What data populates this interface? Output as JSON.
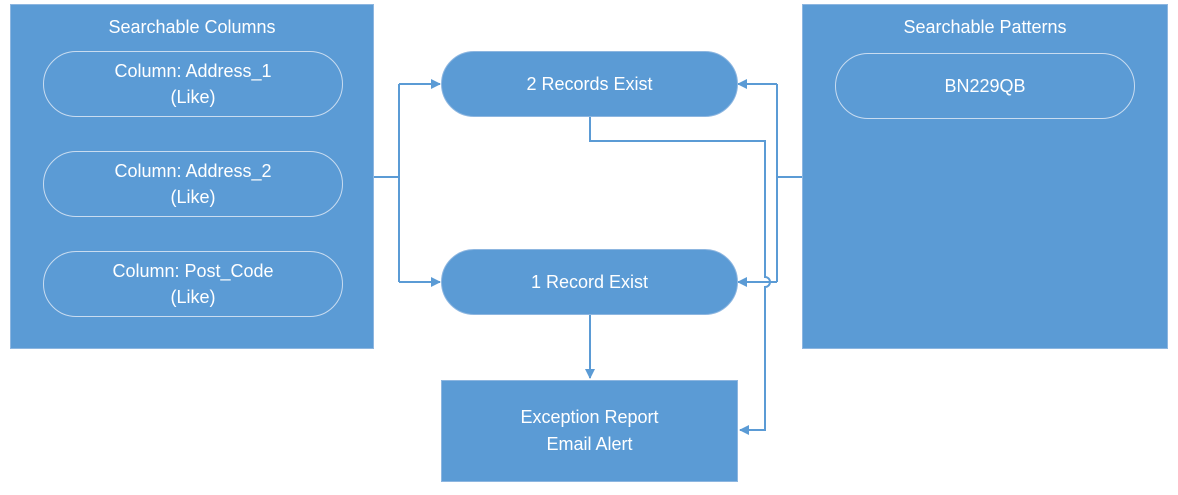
{
  "left_panel": {
    "title": "Searchable Columns",
    "items": [
      {
        "line1": "Column: Address_1",
        "line2": "(Like)"
      },
      {
        "line1": "Column: Address_2",
        "line2": "(Like)"
      },
      {
        "line1": "Column: Post_Code",
        "line2": "(Like)"
      }
    ]
  },
  "right_panel": {
    "title": "Searchable Patterns",
    "items": [
      {
        "line1": "BN229QB"
      }
    ]
  },
  "nodes": {
    "two_records": "2 Records Exist",
    "one_record": "1 Record Exist",
    "exception_line1": "Exception Report",
    "exception_line2": "Email Alert"
  },
  "colors": {
    "fill": "#5b9bd5",
    "border": "#8db6e0",
    "connector": "#5b9bd5",
    "text": "#ffffff"
  }
}
